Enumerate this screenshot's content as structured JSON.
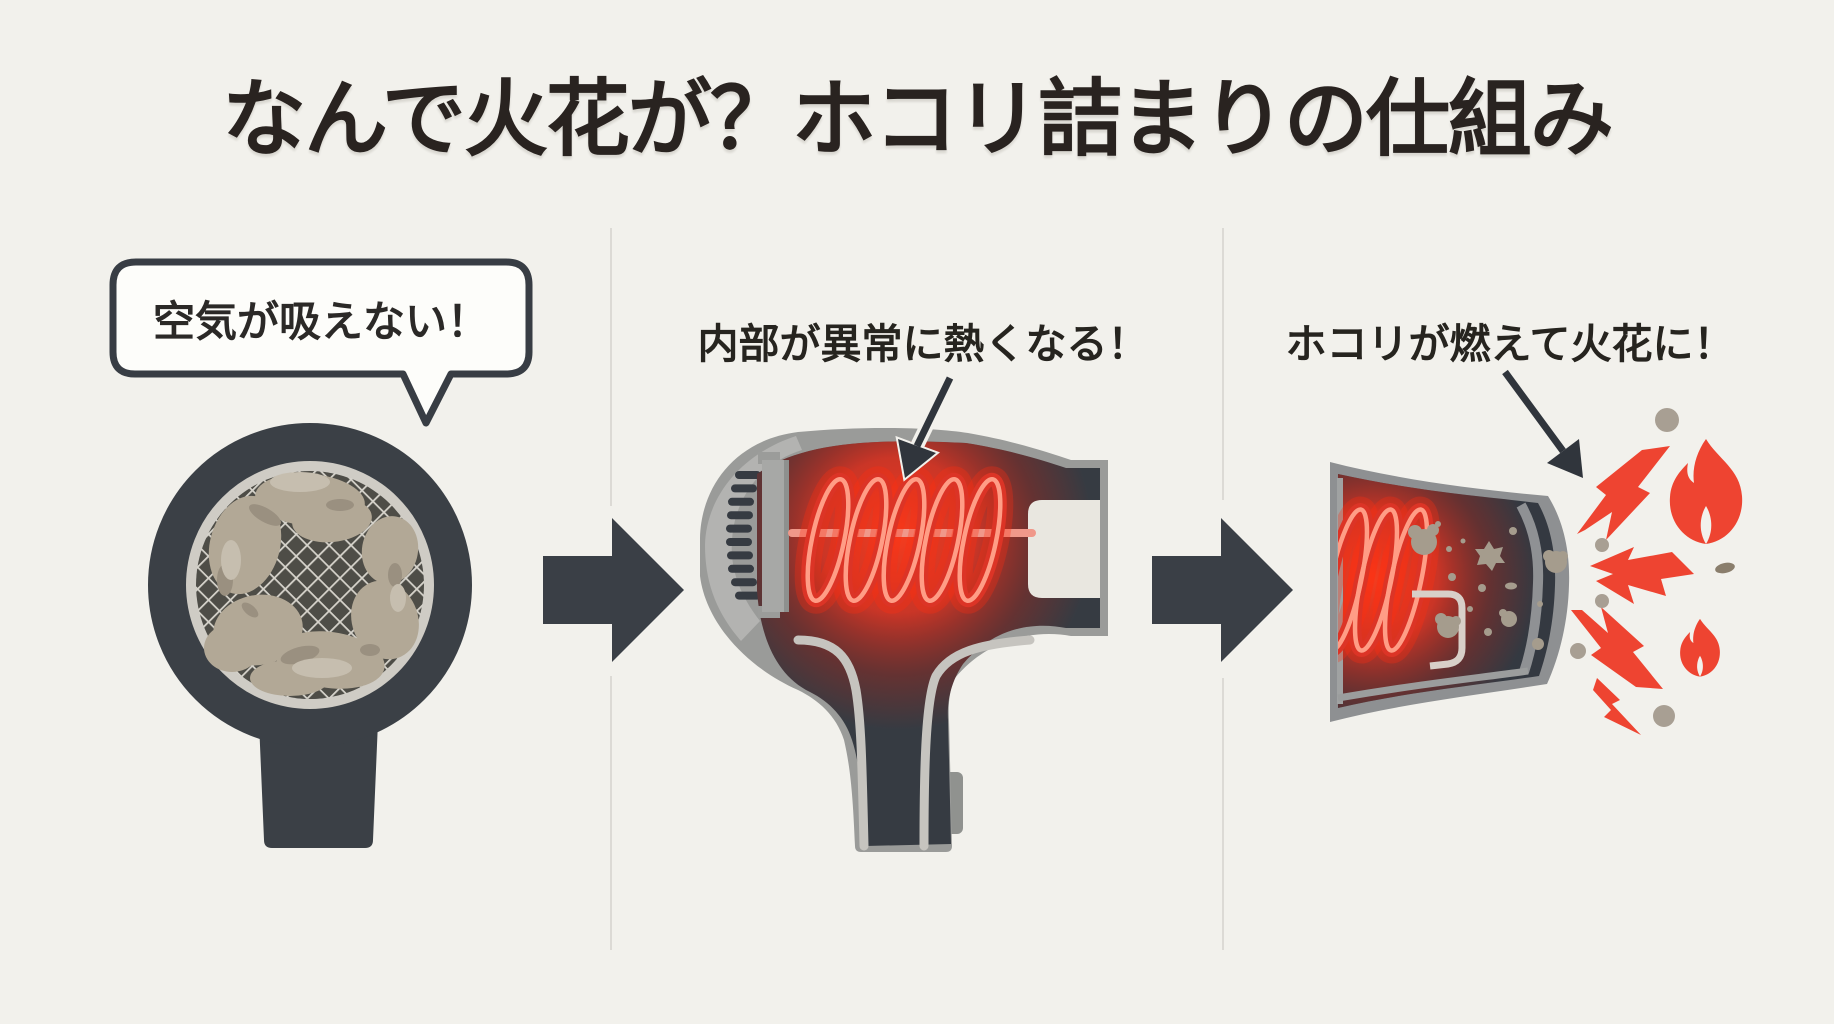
{
  "title": "なんで火花が？ホコリ詰まりの仕組み",
  "panels": [
    {
      "caption": "空気が吸えない！",
      "caption_style": "speech-bubble",
      "illustration": "clogged-air-intake-filter"
    },
    {
      "caption": "内部が異常に熱くなる！",
      "caption_style": "label-with-arrow",
      "illustration": "hairdryer-overheating-coil"
    },
    {
      "caption": "ホコリが燃えて火花に！",
      "caption_style": "label-with-arrow",
      "illustration": "nozzle-dust-ignites-sparks"
    }
  ],
  "icons": {
    "flow_arrow": "right-block-arrow",
    "annotation_arrow": "diagonal-pointer-arrow",
    "spark": "lightning-bolt",
    "flame": "flame",
    "dust": "dust-blob"
  },
  "colors": {
    "background": "#f2f1ec",
    "ink": "#292320",
    "charcoal": "#3a3f46",
    "shell_grey": "#9a9b99",
    "interior_dark": "#363b42",
    "coil_red": "#e8432f",
    "coil_highlight": "#ff8f78",
    "spark_red": "#ee4431",
    "dust_tan": "#b2a896",
    "mesh_light": "#d6d3cb",
    "mesh_dark": "#4e4d47",
    "divider": "#dcdad5",
    "bubble_fill": "#fdfdfa"
  }
}
